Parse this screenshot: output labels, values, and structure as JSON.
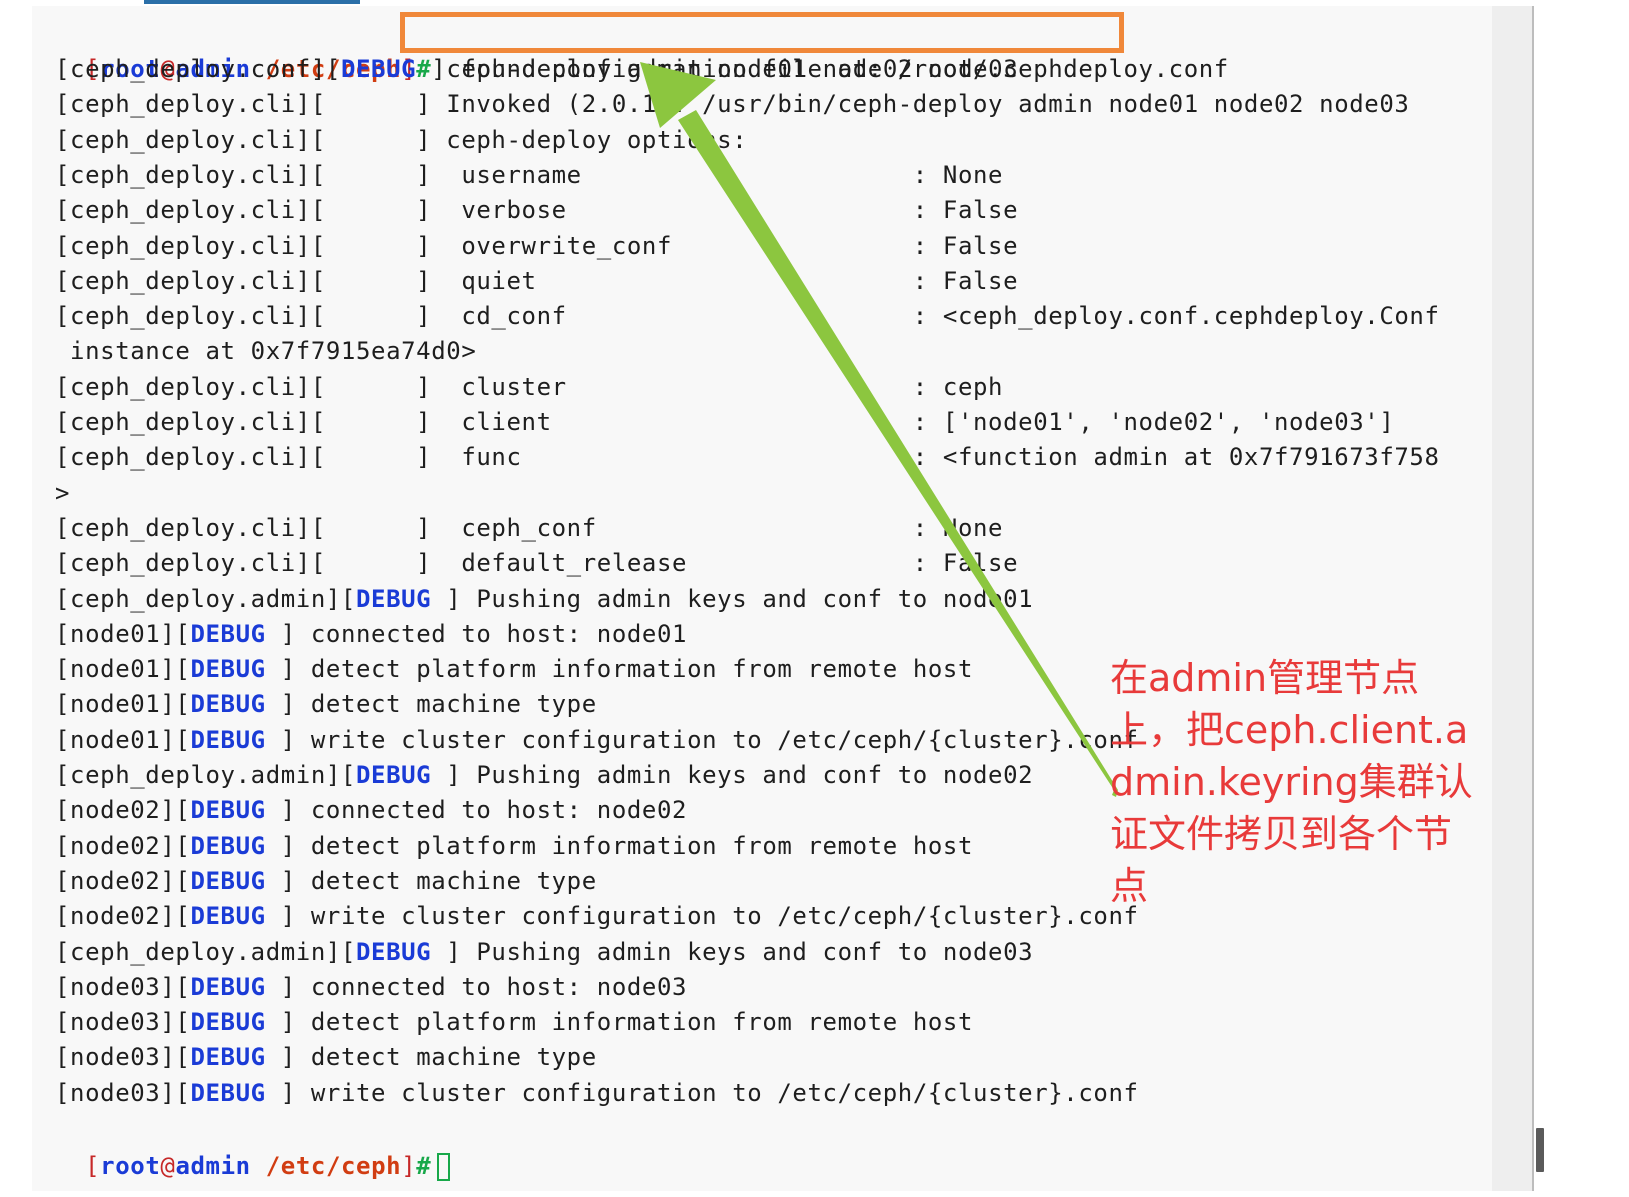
{
  "terminal": {
    "prompt": {
      "user": "root",
      "at": "@",
      "host": "admin",
      "path": "/etc/ceph",
      "open_bracket": "[",
      "close_bracket": "]",
      "hash": "#"
    },
    "command": "ceph-deploy admin node01 node02 node03",
    "lines": [
      {
        "prefix": "[ceph_deploy.conf][",
        "debug": "DEBUG",
        "rest": " ] found configuration file at: /root/.cephdeploy.conf"
      },
      {
        "prefix": "[ceph_deploy.cli][",
        "debug": "",
        "rest": "      ] Invoked (2.0.1): /usr/bin/ceph-deploy admin node01 node02 node03"
      },
      {
        "prefix": "[ceph_deploy.cli][",
        "debug": "",
        "rest": "      ] ceph-deploy options:"
      },
      {
        "prefix": "[ceph_deploy.cli][",
        "debug": "",
        "rest": "      ]  username                      : None"
      },
      {
        "prefix": "[ceph_deploy.cli][",
        "debug": "",
        "rest": "      ]  verbose                       : False"
      },
      {
        "prefix": "[ceph_deploy.cli][",
        "debug": "",
        "rest": "      ]  overwrite_conf                : False"
      },
      {
        "prefix": "[ceph_deploy.cli][",
        "debug": "",
        "rest": "      ]  quiet                         : False"
      },
      {
        "prefix": "[ceph_deploy.cli][",
        "debug": "",
        "rest": "      ]  cd_conf                       : <ceph_deploy.conf.cephdeploy.Conf"
      },
      {
        "prefix": " instance at 0x7f7915ea74d0>",
        "debug": "",
        "rest": ""
      },
      {
        "prefix": "[ceph_deploy.cli][",
        "debug": "",
        "rest": "      ]  cluster                       : ceph"
      },
      {
        "prefix": "[ceph_deploy.cli][",
        "debug": "",
        "rest": "      ]  client                        : ['node01', 'node02', 'node03']"
      },
      {
        "prefix": "[ceph_deploy.cli][",
        "debug": "",
        "rest": "      ]  func                          : <function admin at 0x7f791673f758"
      },
      {
        "prefix": ">",
        "debug": "",
        "rest": ""
      },
      {
        "prefix": "[ceph_deploy.cli][",
        "debug": "",
        "rest": "      ]  ceph_conf                     : None"
      },
      {
        "prefix": "[ceph_deploy.cli][",
        "debug": "",
        "rest": "      ]  default_release               : False"
      },
      {
        "prefix": "[ceph_deploy.admin][",
        "debug": "DEBUG",
        "rest": " ] Pushing admin keys and conf to node01"
      },
      {
        "prefix": "[node01][",
        "debug": "DEBUG",
        "rest": " ] connected to host: node01"
      },
      {
        "prefix": "[node01][",
        "debug": "DEBUG",
        "rest": " ] detect platform information from remote host"
      },
      {
        "prefix": "[node01][",
        "debug": "DEBUG",
        "rest": " ] detect machine type"
      },
      {
        "prefix": "[node01][",
        "debug": "DEBUG",
        "rest": " ] write cluster configuration to /etc/ceph/{cluster}.conf"
      },
      {
        "prefix": "[ceph_deploy.admin][",
        "debug": "DEBUG",
        "rest": " ] Pushing admin keys and conf to node02"
      },
      {
        "prefix": "[node02][",
        "debug": "DEBUG",
        "rest": " ] connected to host: node02"
      },
      {
        "prefix": "[node02][",
        "debug": "DEBUG",
        "rest": " ] detect platform information from remote host"
      },
      {
        "prefix": "[node02][",
        "debug": "DEBUG",
        "rest": " ] detect machine type"
      },
      {
        "prefix": "[node02][",
        "debug": "DEBUG",
        "rest": " ] write cluster configuration to /etc/ceph/{cluster}.conf"
      },
      {
        "prefix": "[ceph_deploy.admin][",
        "debug": "DEBUG",
        "rest": " ] Pushing admin keys and conf to node03"
      },
      {
        "prefix": "[node03][",
        "debug": "DEBUG",
        "rest": " ] connected to host: node03"
      },
      {
        "prefix": "[node03][",
        "debug": "DEBUG",
        "rest": " ] detect platform information from remote host"
      },
      {
        "prefix": "[node03][",
        "debug": "DEBUG",
        "rest": " ] detect machine type"
      },
      {
        "prefix": "[node03][",
        "debug": "DEBUG",
        "rest": " ] write cluster configuration to /etc/ceph/{cluster}.conf"
      }
    ]
  },
  "annotation": {
    "text": "在admin管理节点上，把ceph.client.admin.keyring集群认证文件拷贝到各个节点"
  },
  "colors": {
    "highlight_box": "#f0883a",
    "arrow": "#8cc63f",
    "annotation_text": "#e83a3a",
    "debug_text": "#1a3bd6",
    "prompt_hash": "#18a84a"
  }
}
